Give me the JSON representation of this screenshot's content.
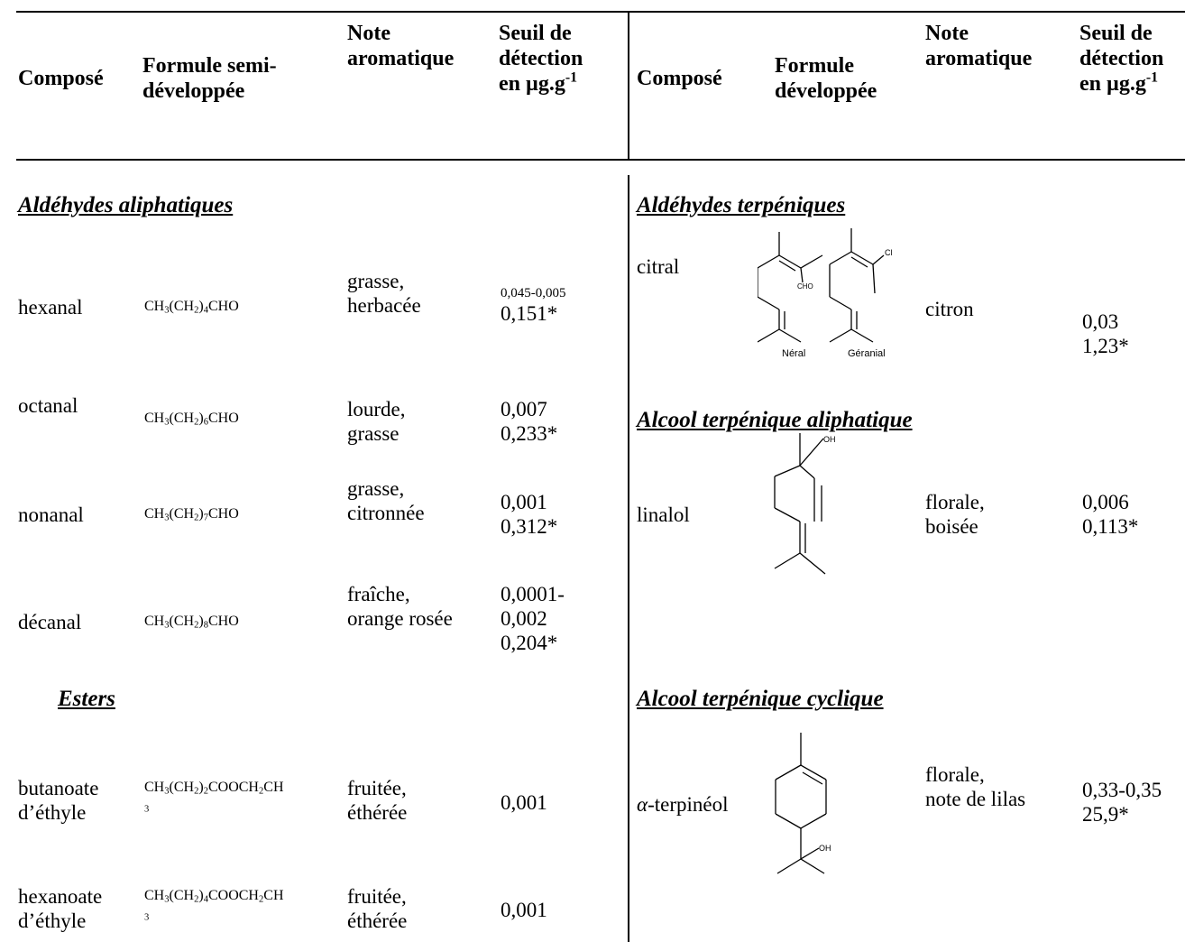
{
  "headers_left": {
    "compose": "Composé",
    "formula": [
      "Formule semi-",
      "développée"
    ],
    "note": [
      "Note",
      "aromatique"
    ],
    "seuil": [
      "Seuil de",
      "détection",
      "en µg.g"
    ],
    "seuil_sup": "-1"
  },
  "headers_right": {
    "compose": "Composé",
    "formula": [
      "Formule",
      "développée"
    ],
    "note": [
      "Note",
      "aromatique"
    ],
    "seuil": [
      "Seuil de",
      "détection",
      "en µg.g"
    ],
    "seuil_sup": "-1"
  },
  "sections": {
    "aldehydes_aliphatiques": "Aldéhydes aliphatiques",
    "esters": "Esters",
    "aldehydes_terpeniques": "Aldéhydes terpéniques",
    "alcool_terpenique_aliphatique": "Alcool terpénique aliphatique",
    "alcool_terpenique_cyclique": "Alcool terpénique cyclique"
  },
  "formula_parts": {
    "ch3": "CH",
    "n3": "3",
    "ch2_open": "(CH",
    "n2": "2",
    "close": ")",
    "cho": "CHO",
    "cooch": "COOCH",
    "ch": "CH",
    "n4": "4",
    "n6": "6",
    "n7": "7",
    "n8": "8"
  },
  "left_rows": [
    {
      "name": [
        "hexanal"
      ],
      "note": [
        "grasse,",
        "herbacée"
      ],
      "seuil": [
        "0,045-0,005",
        "0,151*"
      ]
    },
    {
      "name": [
        "octanal"
      ],
      "note": [
        "lourde,",
        "grasse"
      ],
      "seuil": [
        "0,007",
        "0,233*"
      ]
    },
    {
      "name": [
        "nonanal"
      ],
      "note": [
        "grasse,",
        "citronnée"
      ],
      "seuil": [
        "0,001",
        "0,312*"
      ]
    },
    {
      "name": [
        "décanal"
      ],
      "note": [
        "fraîche,",
        "orange rosée"
      ],
      "seuil": [
        "0,0001-",
        "0,002",
        "0,204*"
      ]
    },
    {
      "name": [
        "butanoate",
        "d’éthyle"
      ],
      "note": [
        "fruitée,",
        "éthérée"
      ],
      "seuil": [
        "0,001"
      ]
    },
    {
      "name": [
        "hexanoate",
        "d’éthyle"
      ],
      "note": [
        "fruitée,",
        "éthérée"
      ],
      "seuil": [
        "0,001"
      ]
    }
  ],
  "right_rows": [
    {
      "name": "citral",
      "note": [
        "citron"
      ],
      "seuil": [
        "0,03",
        "1,23*"
      ],
      "labels": {
        "cho": "CHO",
        "cl": "Cl",
        "neral": "Néral",
        "geranial": "Géranial"
      }
    },
    {
      "name": "linalol",
      "note": [
        "florale,",
        "boisée"
      ],
      "seuil": [
        "0,006",
        "0,113*"
      ],
      "labels": {
        "oh": "OH"
      }
    },
    {
      "name_prefix": "α",
      "name": "-terpinéol",
      "note": [
        "florale,",
        "note de lilas"
      ],
      "seuil": [
        "0,33-0,35",
        "25,9*"
      ],
      "labels": {
        "oh": "OH"
      }
    }
  ]
}
